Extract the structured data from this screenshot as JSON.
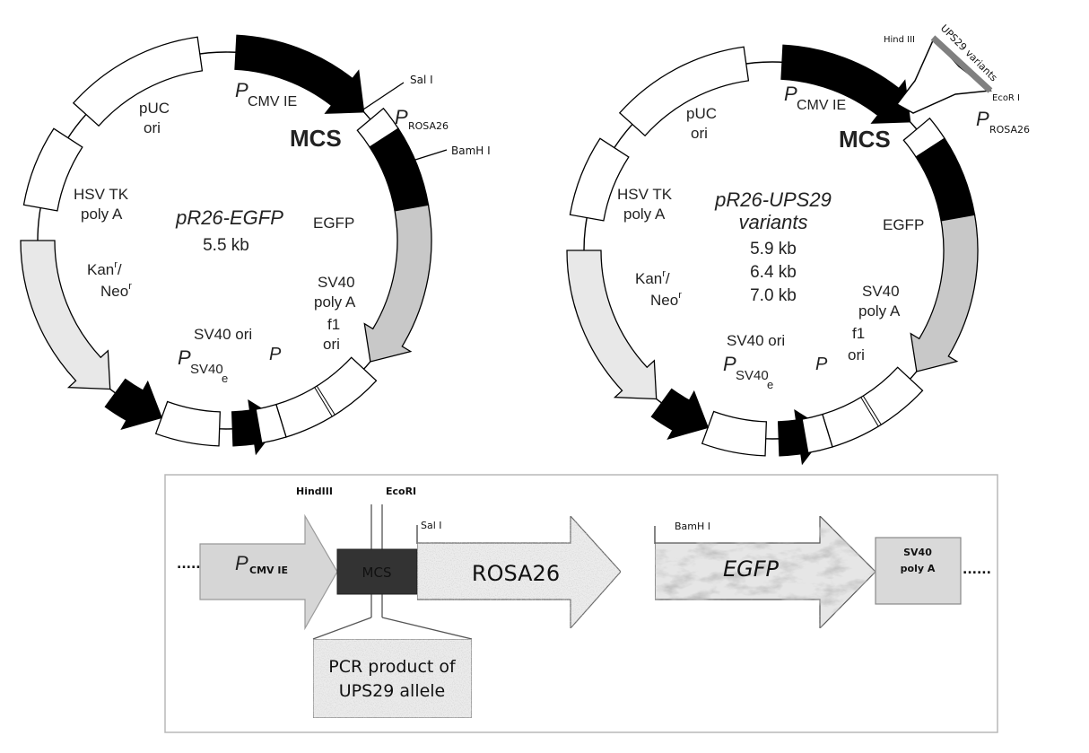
{
  "colors": {
    "black": "#000000",
    "white": "#ffffff",
    "egfp_gray": "#c8c8c8",
    "kan_gray": "#e8e8e8",
    "insert_gray": "#808080",
    "cmv_box": "#d6d6d6",
    "mcs_box": "#333333",
    "texture_box": "#e2e2e2",
    "sv40_box": "#d9d9d9",
    "panel_border": "#b8b8b8"
  },
  "plasmid_left": {
    "name": "pR26-EGFP",
    "name_line2": "",
    "sizes": [
      "5.5 kb"
    ],
    "labels": {
      "pcmv_p": "P",
      "pcmv_sub": "CMV  IE",
      "mcs": "MCS",
      "sal": "Sal I",
      "prosa_p": "P",
      "prosa_sub": "ROSA26",
      "bamh": "BamH I",
      "egfp": "EGFP",
      "sv40pa_1": "SV40",
      "sv40pa_2": "poly A",
      "f1_1": "f1",
      "f1_2": "ori",
      "p": "P",
      "sv40ori": "SV40 ori",
      "psv40_p": "P",
      "psv40_sub": "SV40",
      "psv40_subsub": "e",
      "kan": "Kan",
      "kan_sup": "r",
      "kan_slash": "/",
      "neo": "Neo",
      "neo_sup": "r",
      "hsv_1": "HSV TK",
      "hsv_2": "poly A",
      "puc_1": "pUC",
      "puc_2": "ori"
    }
  },
  "plasmid_right": {
    "name": "pR26-UPS29",
    "name_line2": "variants",
    "sizes": [
      "5.9 kb",
      "6.4 kb",
      "7.0 kb"
    ],
    "insert": {
      "label": "UPS29 variants",
      "left_site": "Hind III",
      "right_site": "EcoR I"
    },
    "labels": {
      "pcmv_p": "P",
      "pcmv_sub": "CMV  IE",
      "mcs": "MCS",
      "prosa_p": "P",
      "prosa_sub": "ROSA26",
      "egfp": "EGFP",
      "sv40pa_1": "SV40",
      "sv40pa_2": "poly A",
      "f1_1": "f1",
      "f1_2": "ori",
      "p": "P",
      "sv40ori": "SV40 ori",
      "psv40_p": "P",
      "psv40_sub": "SV40",
      "psv40_subsub": "e",
      "kan": "Kan",
      "kan_sup": "r",
      "kan_slash": "/",
      "neo": "Neo",
      "neo_sup": "r",
      "hsv_1": "HSV TK",
      "hsv_2": "poly A",
      "puc_1": "pUC",
      "puc_2": "ori"
    }
  },
  "linear_map": {
    "left_dots": "......",
    "right_dots": "......",
    "pcmv_p": "P",
    "pcmv_sub": "CMV IE",
    "hind": "HindIII",
    "eco": "EcoRI",
    "mcs": "MCS",
    "sal": "Sal I",
    "rosa": "ROSA26",
    "bamh": "BamH I",
    "egfp": "EGFP",
    "sv40_1": "SV40",
    "sv40_2": "poly A",
    "pcr_1": "PCR product of",
    "pcr_2": "UPS29 allele"
  }
}
